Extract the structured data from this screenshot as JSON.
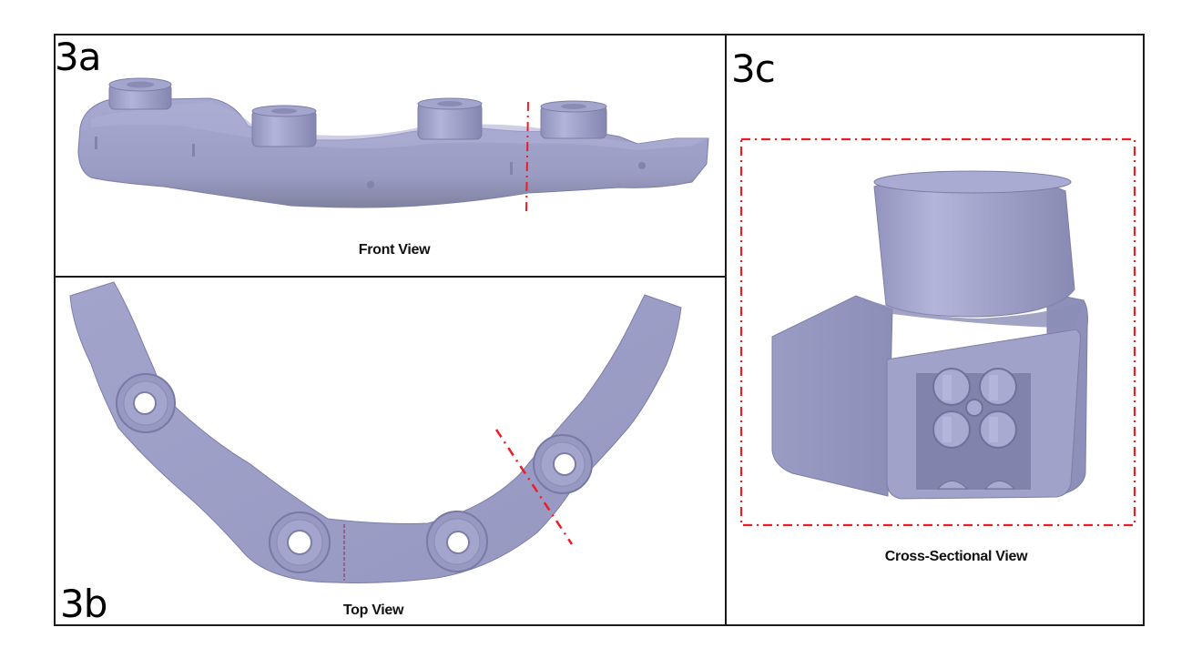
{
  "figure": {
    "panels": [
      {
        "id": "3a",
        "label": "3a",
        "caption": "Front View"
      },
      {
        "id": "3b",
        "label": "3b",
        "caption": "Top View"
      },
      {
        "id": "3c",
        "label": "3c",
        "caption": "Cross-Sectional View"
      }
    ]
  },
  "colors": {
    "model": "#9a9cc4",
    "model_shadow": "#7c7ea8",
    "model_highlight": "#b6b8dc",
    "section_line": "#ee1c24",
    "border": "#1a1a1a"
  },
  "icons": {
    "section_marker": "dash-dot-line",
    "section_box": "dash-dot-rectangle"
  }
}
